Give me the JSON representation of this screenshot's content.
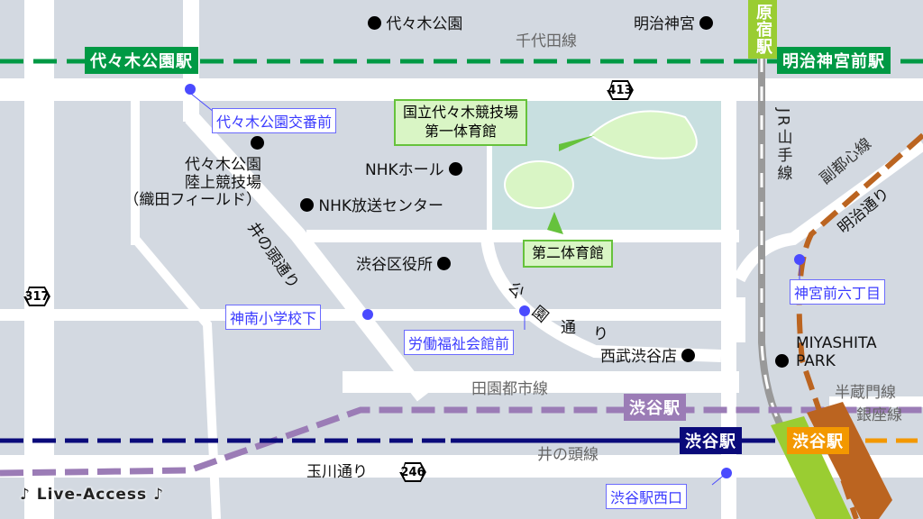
{
  "landmarks": {
    "yoyogi_park": "代々木公園",
    "meiji_jingu": "明治神宮",
    "nhk_hall": "NHKホール",
    "nhk_center": "NHK放送センター",
    "shibuya_ward_office": "渋谷区役所",
    "oda_field": [
      "代々木公園",
      "陸上競技場",
      "（織田フィールド）"
    ],
    "seibu": "西武渋谷店",
    "miyashita": [
      "MIYASHITA",
      "PARK"
    ]
  },
  "callouts": {
    "gym1": [
      "国立代々木競技場",
      "第一体育館"
    ],
    "gym2": "第二体育館"
  },
  "stations": {
    "yoyogi_koen": "代々木公園駅",
    "harajuku": "原宿駅",
    "meiji_jingumae": "明治神宮前駅",
    "shibuya_den": "渋谷駅",
    "shibuya_inokashira": "渋谷駅",
    "shibuya_ginza": "渋谷駅"
  },
  "bus_stops": {
    "koban": "代々木公園交番前",
    "jinnan": "神南小学校下",
    "rodo": "労働福祉会館前",
    "jingumae6": "神宮前六丁目",
    "shibuya_west": "渋谷駅西口"
  },
  "lines": {
    "chiyoda": "千代田線",
    "jr": "JR山手線",
    "fukutoshin": "副都心線",
    "denentoshi": "田園都市線",
    "hanzomon": "半蔵門線",
    "ginza": "銀座線",
    "inokashira": "井の頭線"
  },
  "streets": {
    "inokashira_dori": "井の頭通り",
    "koen_dori": [
      "公",
      "園",
      "通",
      "り"
    ],
    "meiji_dori": "明治通り",
    "tamagawa_dori": "玉川通り"
  },
  "routes": {
    "r413": "413",
    "r317": "317",
    "r246": "246"
  },
  "brand": "♪ Live-Access ♪",
  "colors": {
    "chiyoda": "#009944",
    "yamanote": "#9acd32",
    "fukutoshin": "#bb6420",
    "denentoshi": "#9b7cb6",
    "inokashira": "#0a0a7a",
    "ginza": "#f39800",
    "bus": "#4a4aff"
  }
}
